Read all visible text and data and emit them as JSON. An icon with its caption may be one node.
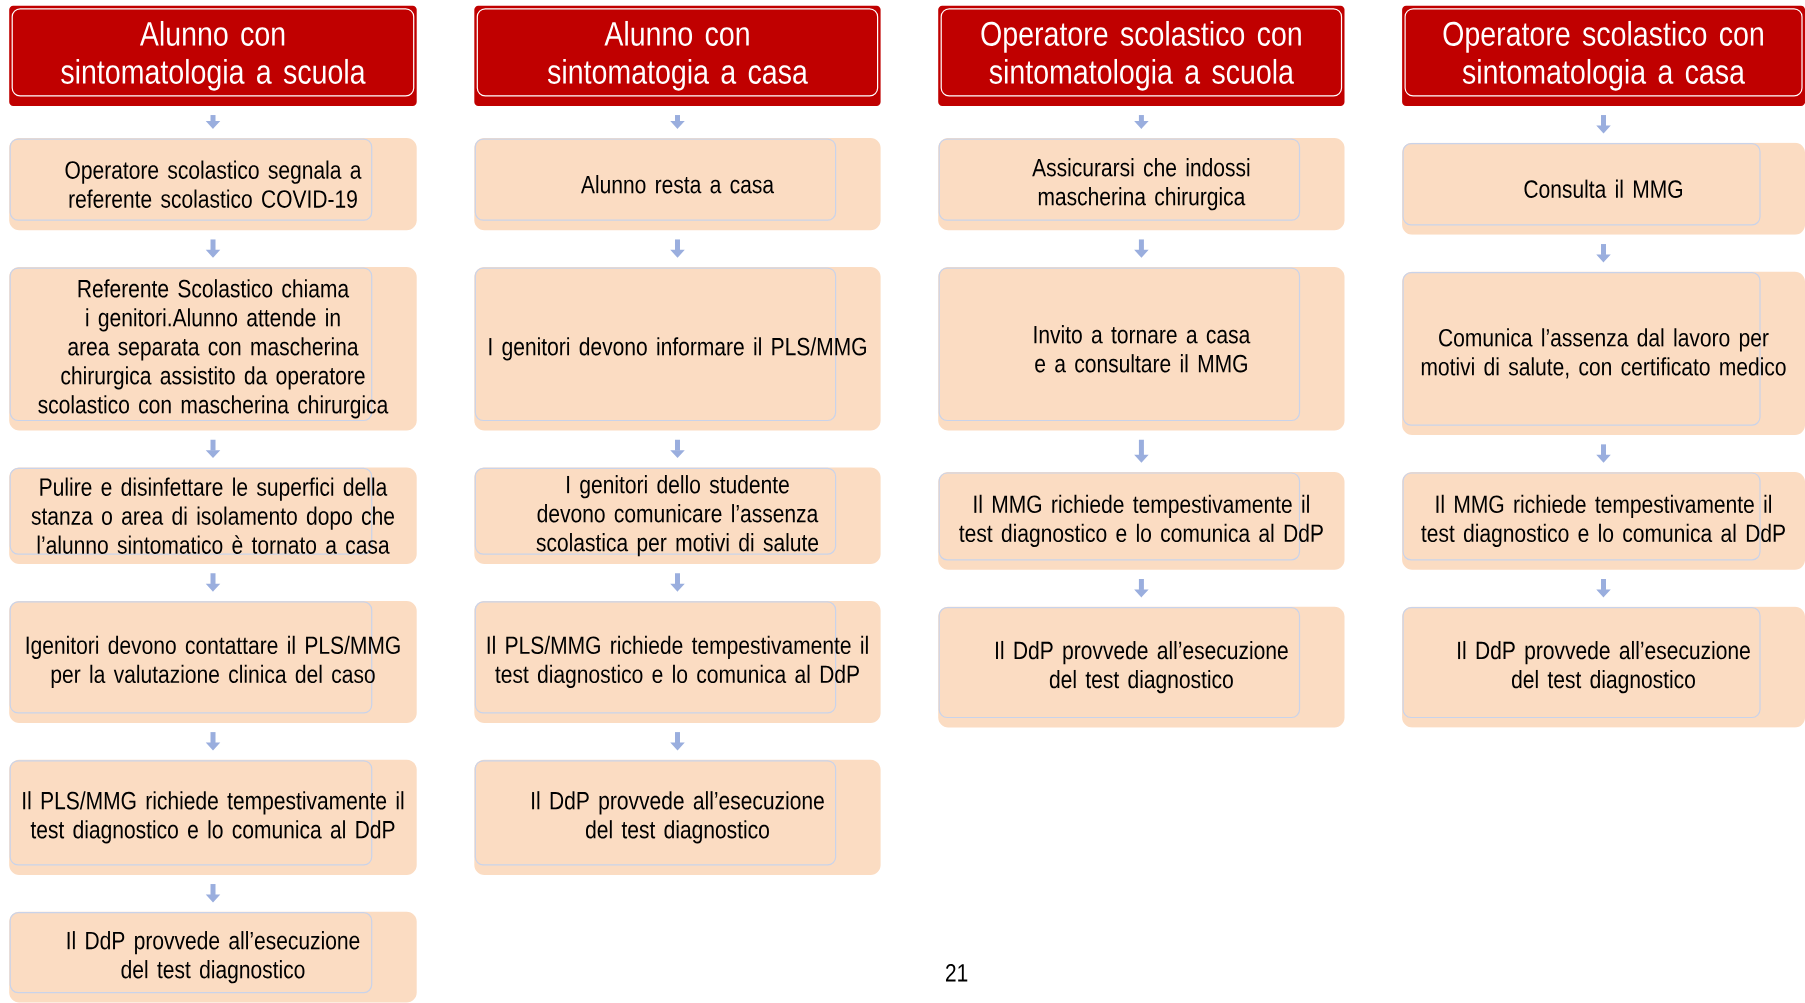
{
  "diagram": {
    "nodes": [
      {
        "text": [
          "Alunno con sintomatologia a scuola"
        ]
      },
      {
        "text": [
          "Operatore scolastico segnala a referente scolastico COVID-19"
        ]
      },
      {
        "text": [
          "Referente Scolastico chiama i genitori.Alunno attende in area separata con mascherina chirurgica assistito da operatore scolastico con mascherina chirurgica"
        ]
      },
      {
        "text": [
          "Pulire e disinfettare le superfici della stanza o area di isolamento dopo che l’alunno sintomatico è tornato a casa"
        ]
      },
      {
        "text": [
          "Igenitori devono contattare il PLS/MMG per la valutazione clinica del caso"
        ]
      },
      {
        "text": [
          "Il PLS/MMG richiede tempestivamente il test diagnostico e lo comunica al DdP"
        ]
      },
      {
        "text": [
          "Il DdP provvede all’esecuzione del test diagnostico"
        ]
      },
      {
        "text": [
          "Alunno con sintomatogia a casa"
        ]
      },
      {
        "text": [
          "Alunno resta a casa"
        ]
      },
      {
        "text": [
          "I genitori devono informare il PLS/MMG"
        ]
      },
      {
        "text": [
          "I genitori dello studente devono comunicare l’assenza scolastica per motivi di salute"
        ]
      },
      {
        "text": [
          "Il PLS/MMG richiede tempestivamente il test diagnostico e lo comunica al DdP"
        ]
      },
      {
        "text": [
          "Il DdP provvede all’esecuzione del test diagnostico"
        ]
      },
      {
        "text": [
          "Operatore scolastico con sintomatologia a scuola"
        ]
      },
      {
        "text": [
          "Assicurarsi che indossi mascherina chirurgica"
        ]
      },
      {
        "text": [
          "Invito a tornare a casa e a consultare il MMG"
        ]
      },
      {
        "text": [
          "Il MMG richiede tempestivamente il test diagnostico e lo comunica al DdP"
        ]
      },
      {
        "text": [
          "Il DdP provvede all’esecuzione del test diagnostico"
        ]
      },
      {
        "text": [
          "Operatore scolastico con sintomatologia a casa"
        ]
      },
      {
        "text": [
          "Consulta il MMG"
        ]
      },
      {
        "text": [
          "Comunica l’assenza dal lavoro per motivi di salute, con certificato medico"
        ]
      },
      {
        "text": [
          "Il MMG richiede tempestivamente il test diagnostico e lo comunica al DdP"
        ]
      },
      {
        "text": [
          "Il DdP provvede all’esecuzione del test diagnostico"
        ]
      }
    ],
    "edges": [
      {
        "from": 0,
        "to": 1,
        "arrow": "to"
      },
      {
        "from": 1,
        "to": 2,
        "arrow": "to"
      },
      {
        "from": 2,
        "to": 3,
        "arrow": "to"
      },
      {
        "from": 3,
        "to": 4,
        "arrow": "to"
      },
      {
        "from": 4,
        "to": 5,
        "arrow": "to"
      },
      {
        "from": 5,
        "to": 6,
        "arrow": "to"
      },
      {
        "from": 7,
        "to": 8,
        "arrow": "to"
      },
      {
        "from": 8,
        "to": 9,
        "arrow": "to"
      },
      {
        "from": 9,
        "to": 10,
        "arrow": "to"
      },
      {
        "from": 10,
        "to": 11,
        "arrow": "to"
      },
      {
        "from": 11,
        "to": 12,
        "arrow": "to"
      },
      {
        "from": 13,
        "to": 14,
        "arrow": "to"
      },
      {
        "from": 14,
        "to": 15,
        "arrow": "to"
      },
      {
        "from": 15,
        "to": 16,
        "arrow": "to"
      },
      {
        "from": 16,
        "to": 17,
        "arrow": "to"
      },
      {
        "from": 18,
        "to": 19,
        "arrow": "to"
      },
      {
        "from": 19,
        "to": 20,
        "arrow": "to"
      },
      {
        "from": 20,
        "to": 21,
        "arrow": "to"
      },
      {
        "from": 21,
        "to": 22,
        "arrow": "to"
      }
    ],
    "labels": [
      "21"
    ]
  }
}
